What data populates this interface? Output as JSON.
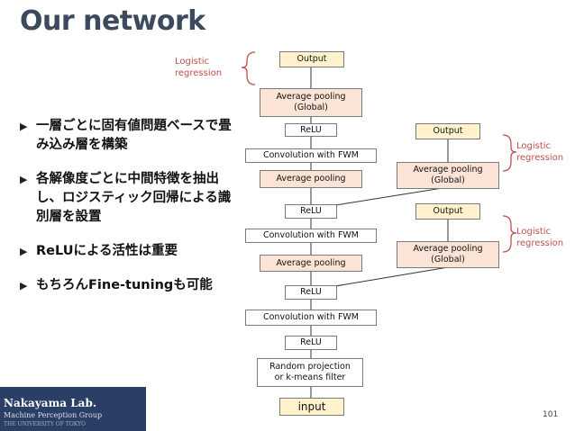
{
  "slide": {
    "title": "Our network",
    "page_number": "101"
  },
  "bullets": [
    "一層ごとに固有値問題ベースで畳み込み層を構築",
    "各解像度ごとに中間特徴を抽出し、ロジスティック回帰による識別層を設置",
    "ReLUによる活性は重要",
    "もちろんFine-tuningも可能"
  ],
  "bullet_marker": "▶",
  "diagram": {
    "output_main": "Output",
    "avgpool_global_main": "Average pooling\n(Global)",
    "relu_1": "ReLU",
    "conv_1": "Convolution with FWM",
    "avgpool_1": "Average pooling",
    "relu_2": "ReLU",
    "conv_2": "Convolution with FWM",
    "avgpool_2": "Average pooling",
    "relu_3": "ReLU",
    "conv_3": "Convolution with FWM",
    "relu_4": "ReLU",
    "random_projection": "Random projection\nor k-means filter",
    "input": "input",
    "branch1_output": "Output",
    "branch1_avgpool": "Average pooling\n(Global)",
    "branch2_output": "Output",
    "branch2_avgpool": "Average pooling\n(Global)",
    "logistic_top": "Logistic\nregression",
    "logistic_right1": "Logistic\nregression",
    "logistic_right2": "Logistic\nregression"
  },
  "footer": {
    "lab": "Nakayama Lab.",
    "group": "Machine Perception Group",
    "university": "THE UNIVERSITY OF TOKYO"
  },
  "colors": {
    "title": "#3b4a5c",
    "box_peach": "#fbe3d6",
    "box_yellow": "#fff2cc",
    "accent_red": "#c0504d",
    "footer_bg": "#2b3f66"
  }
}
